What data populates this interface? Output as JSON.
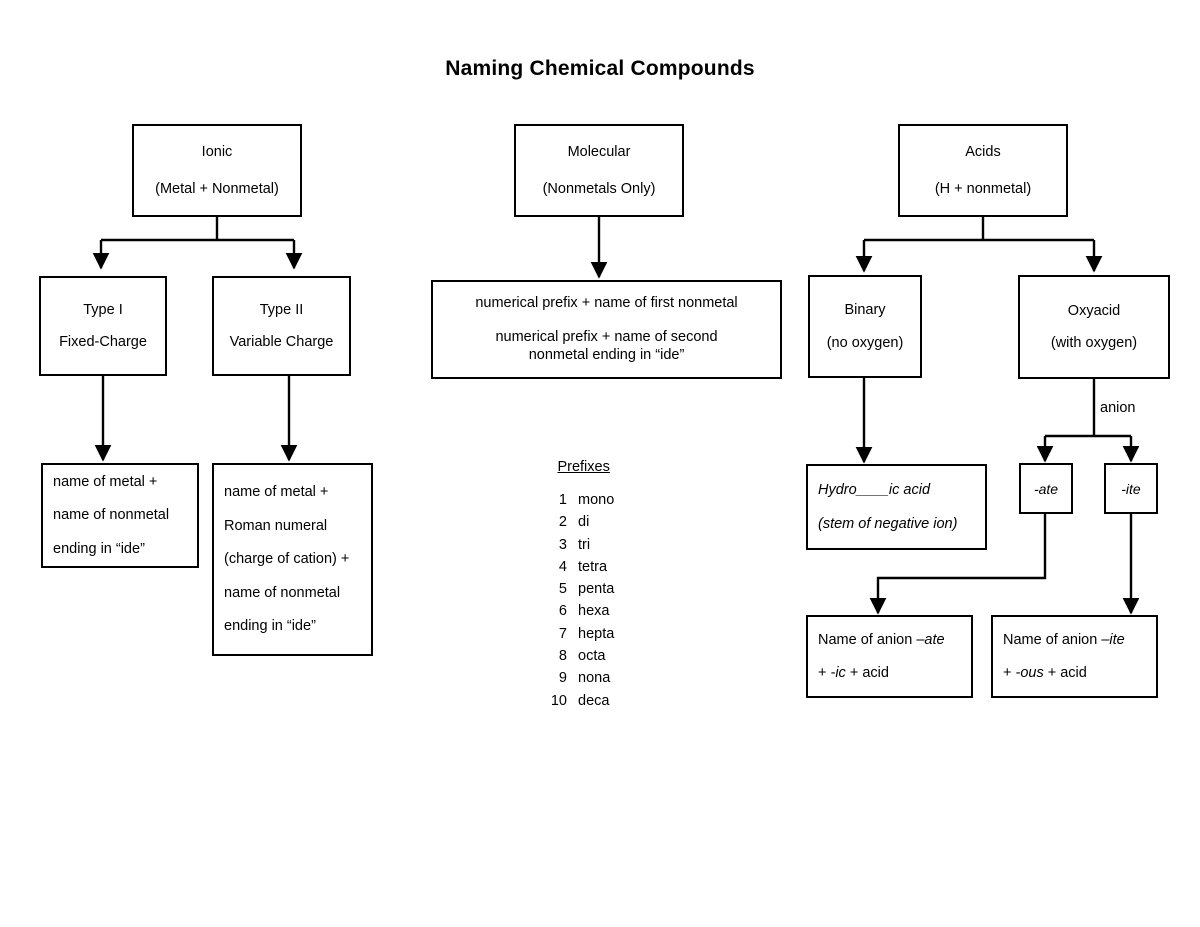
{
  "title": "Naming Chemical Compounds",
  "nodes": {
    "ionic": {
      "lines": [
        "Ionic",
        "(Metal + Nonmetal)"
      ]
    },
    "molecular": {
      "lines": [
        "Molecular",
        "(Nonmetals Only)"
      ]
    },
    "acids": {
      "lines": [
        "Acids",
        "(H + nonmetal)"
      ]
    },
    "type1": {
      "lines": [
        "Type I",
        "Fixed-Charge"
      ]
    },
    "type2": {
      "lines": [
        "Type II",
        "Variable Charge"
      ]
    },
    "molecular_rule": {
      "lines": [
        "numerical prefix + name of first nonmetal",
        "numerical prefix + name of second",
        "nonmetal ending in “ide”"
      ]
    },
    "binary": {
      "lines": [
        "Binary",
        "(no oxygen)"
      ]
    },
    "oxyacid": {
      "lines": [
        "Oxyacid",
        "(with oxygen)"
      ]
    },
    "type1_rule": {
      "lines": [
        "name of metal +",
        "name of nonmetal",
        "ending in “ide”"
      ]
    },
    "type2_rule": {
      "lines": [
        "name of metal +",
        "Roman numeral",
        "(charge of cation) +",
        "name of nonmetal",
        "ending in “ide”"
      ]
    },
    "hydro": {
      "lines": [
        "Hydro____ic acid",
        "(stem of negative ion)"
      ]
    },
    "ate": {
      "label": "-ate"
    },
    "ite": {
      "label": "-ite"
    },
    "anion_ate_rule": {
      "line1_plain": "Name of anion ",
      "line1_ital": "–ate",
      "line2_pre": "+ ",
      "line2_ital": "-ic",
      "line2_post": " + acid"
    },
    "anion_ite_rule": {
      "line1_plain": "Name of anion ",
      "line1_ital": "–ite",
      "line2_pre": "+ ",
      "line2_ital": "-ous",
      "line2_post": " + acid"
    }
  },
  "labels": {
    "anion": "anion"
  },
  "prefixes": {
    "heading": "Prefixes",
    "items": [
      {
        "num": "1",
        "name": "mono"
      },
      {
        "num": "2",
        "name": "di"
      },
      {
        "num": "3",
        "name": "tri"
      },
      {
        "num": "4",
        "name": "tetra"
      },
      {
        "num": "5",
        "name": "penta"
      },
      {
        "num": "6",
        "name": "hexa"
      },
      {
        "num": "7",
        "name": "hepta"
      },
      {
        "num": "8",
        "name": "octa"
      },
      {
        "num": "9",
        "name": "nona"
      },
      {
        "num": "10",
        "name": "deca"
      }
    ]
  },
  "colors": {
    "ink": "#000000",
    "paper": "#ffffff"
  }
}
